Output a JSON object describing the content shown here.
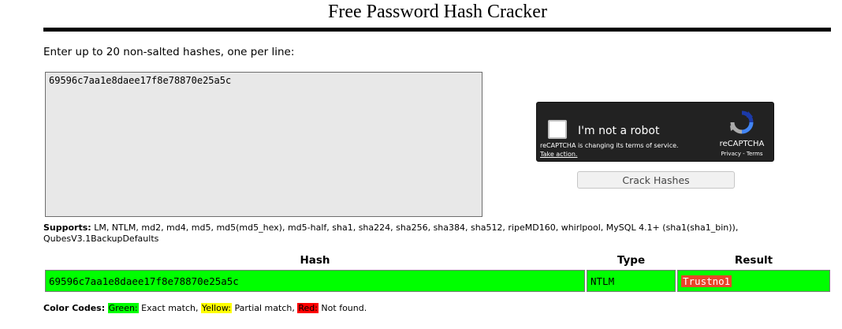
{
  "header": {
    "title": "Free Password Hash Cracker"
  },
  "form": {
    "instructions": "Enter up to 20 non-salted hashes, one per line:",
    "hashes_value": "69596c7aa1e8daee17f8e78870e25a5c",
    "crack_button": "Crack Hashes"
  },
  "captcha": {
    "label": "I'm not a robot",
    "notice": "reCAPTCHA is changing its terms of service.",
    "action_link": "Take action.",
    "brand": "reCAPTCHA",
    "privacy": "Privacy",
    "separator": " - ",
    "terms": "Terms"
  },
  "supports": {
    "label": "Supports:",
    "list": " LM, NTLM, md2, md4, md5, md5(md5_hex), md5-half, sha1, sha224, sha256, sha384, sha512, ripeMD160, whirlpool, MySQL 4.1+ (sha1(sha1_bin)), QubesV3.1BackupDefaults"
  },
  "results": {
    "headers": {
      "hash": "Hash",
      "type": "Type",
      "result": "Result"
    },
    "rows": [
      {
        "hash": "69596c7aa1e8daee17f8e78870e25a5c",
        "type": "NTLM",
        "result": "Trustno1"
      }
    ]
  },
  "color_codes": {
    "label": "Color Codes:",
    "green": "Green:",
    "green_desc": " Exact match, ",
    "yellow": "Yellow:",
    "yellow_desc": " Partial match, ",
    "red": "Red:",
    "red_desc": " Not found."
  },
  "colors": {
    "exact_match": "#00ff00",
    "partial_match": "#ffff00",
    "not_found": "#ff0000",
    "captcha_bg": "#222222",
    "hash_box_bg": "#e8e8e8"
  },
  "icons": {
    "captcha_logo": "recaptcha-logo-icon"
  }
}
